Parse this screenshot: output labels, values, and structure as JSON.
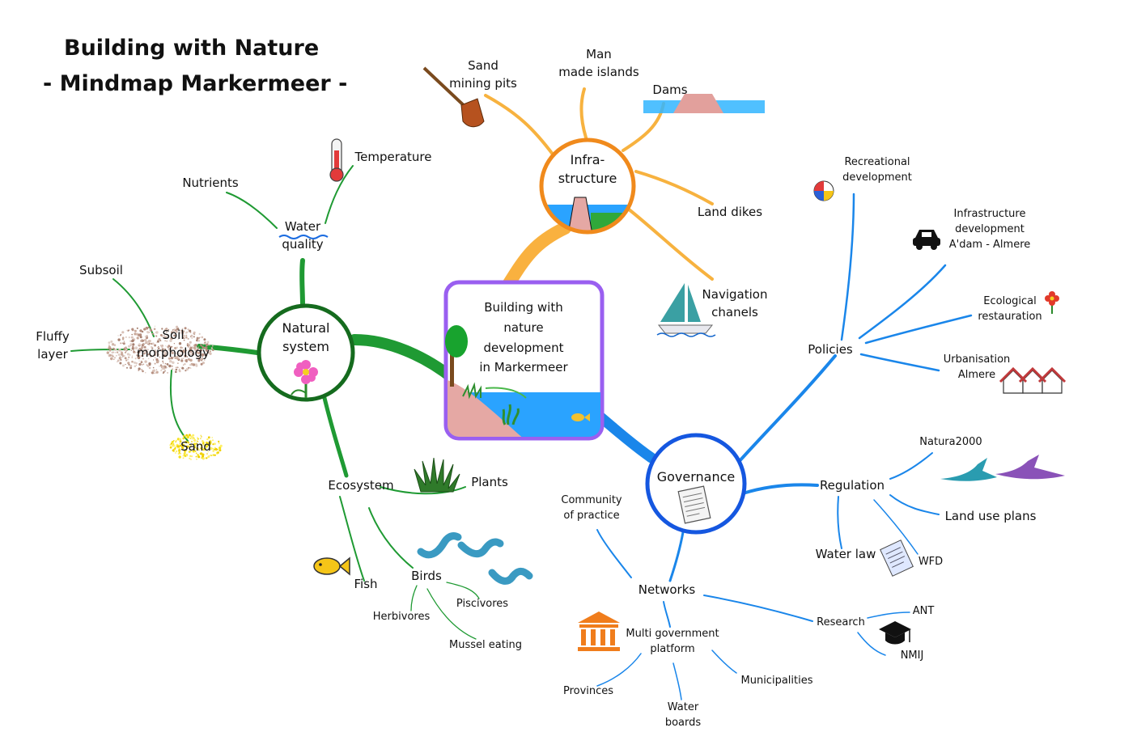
{
  "title": {
    "line1": "Building with Nature",
    "line2": "- Mindmap Markermeer -"
  },
  "center": {
    "label": "Building with\nnature\ndevelopment\nin Markermeer"
  },
  "infrastructure": {
    "label": "Infra-\nstructure",
    "items": {
      "sand_mining": "Sand\nmining pits",
      "islands": "Man\nmade islands",
      "dams": "Dams",
      "land_dikes": "Land dikes",
      "navigation": "Navigation\nchanels"
    }
  },
  "natural_system": {
    "label": "Natural\nsystem",
    "water_quality": {
      "label": "Water\nquality",
      "nutrients": "Nutrients",
      "temperature": "Temperature"
    },
    "soil": {
      "label": "Soil\nmorphology",
      "subsoil": "Subsoil",
      "fluffy": "Fluffy\nlayer",
      "sand": "Sand"
    },
    "ecosystem": {
      "label": "Ecosystem",
      "plants": "Plants",
      "fish": "Fish",
      "birds": "Birds",
      "herbivores": "Herbivores",
      "piscivores": "Piscivores",
      "mussel": "Mussel eating"
    }
  },
  "governance": {
    "label": "Governance",
    "policies": {
      "label": "Policies",
      "recreational": "Recreational\ndevelopment",
      "infra_dev": "Infrastructure\ndevelopment\nA'dam - Almere",
      "ecological": "Ecological\nrestauration",
      "urbanisation": "Urbanisation\nAlmere"
    },
    "regulation": {
      "label": "Regulation",
      "natura": "Natura2000",
      "land_use": "Land use plans",
      "water_law": "Water law",
      "wfd": "WFD"
    },
    "networks": {
      "label": "Networks",
      "community": "Community\nof practice",
      "multi_gov": "Multi government\nplatform",
      "provinces": "Provinces",
      "water_boards": "Water\nboards",
      "municipalities": "Municipalities",
      "research": "Research",
      "ant": "ANT",
      "nmij": "NMIJ"
    }
  },
  "colors": {
    "infrastructure": "#f7a935",
    "infra_ring": "#f08a1c",
    "natural": "#1f9a33",
    "natural_ring": "#156b1e",
    "governance": "#1a7fe6",
    "governance_ring": "#1557e0",
    "center_border": "#9a5ff0"
  }
}
